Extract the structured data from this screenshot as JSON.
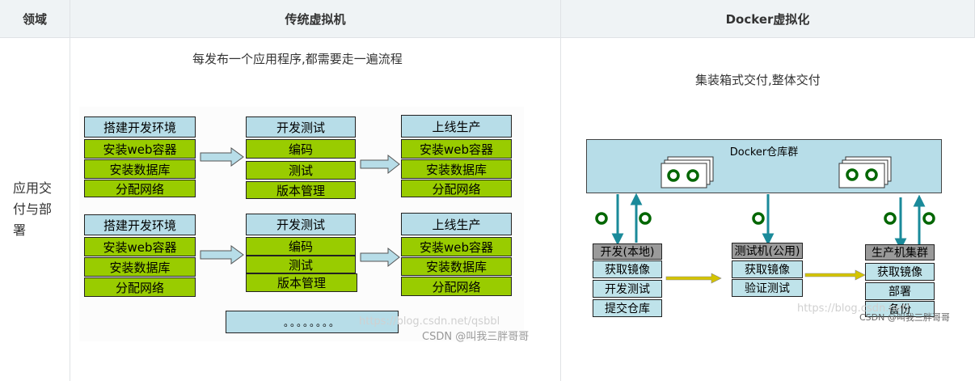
{
  "headers": {
    "col1": "领域",
    "col2": "传统虚拟机",
    "col3": "Docker虚拟化"
  },
  "row_label": "应用交付与部署",
  "vm": {
    "caption": "每发布一个应用程序,都需要走一遍流程",
    "stages": [
      {
        "title": "搭建开发环境",
        "items": [
          "安装web容器",
          "安装数据库",
          "分配网络"
        ]
      },
      {
        "title": "开发测试",
        "items": [
          "编码",
          "测试",
          "版本管理"
        ]
      },
      {
        "title": "上线生产",
        "items": [
          "安装web容器",
          "安装数据库",
          "分配网络"
        ]
      }
    ],
    "dots": "。。。。。。。。",
    "watermark_url": "https://blog.csdn.net/qsbbl",
    "watermark_csdn": "CSDN @叫我三胖哥哥"
  },
  "docker": {
    "caption": "集装箱式交付,整体交付",
    "repo_title": "Docker仓库群",
    "dev": {
      "title": "开发(本地)",
      "items": [
        "获取镜像",
        "开发测试",
        "提交仓库"
      ]
    },
    "test": {
      "title": "测试机(公用)",
      "items": [
        "获取镜像",
        "验证测试"
      ]
    },
    "prod": {
      "title": "生产机集群",
      "items": [
        "获取镜像",
        "部署",
        "备份"
      ]
    },
    "watermark_url": "https://blog.csdn.net/",
    "watermark_csdn": "CSDN @叫我三胖哥哥"
  },
  "colors": {
    "header_bg": "#eff3f5",
    "green": "#99cc00",
    "light_blue": "#b7dde8",
    "teal_arrow": "#1a8a9a",
    "gold_arrow": "#c8b400",
    "dark_green": "#006600"
  }
}
